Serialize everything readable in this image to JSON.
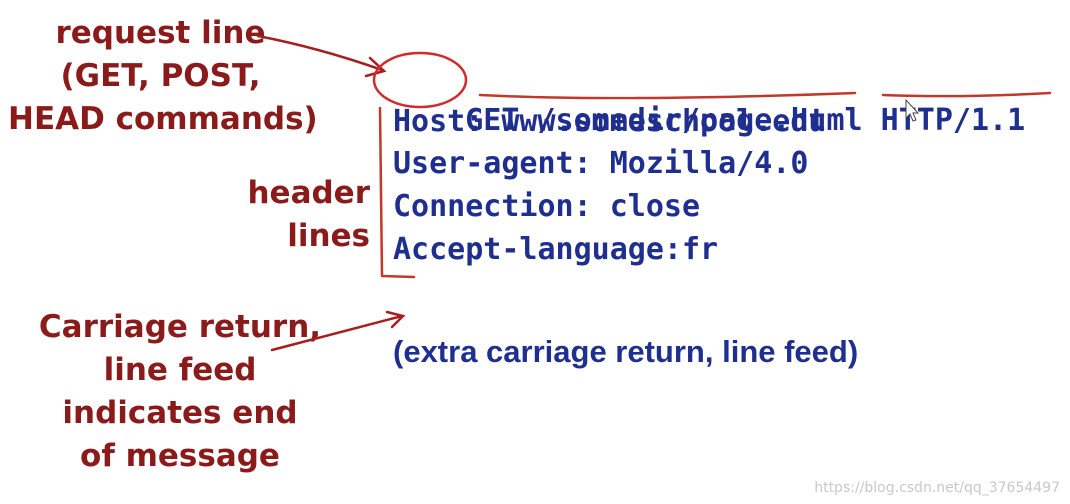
{
  "annotations": {
    "request_line": [
      "request line",
      "(GET, POST,",
      "HEAD commands)"
    ],
    "header_lines": [
      "header",
      "lines"
    ],
    "crlf": [
      "Carriage return,",
      "line feed",
      "indicates end",
      "of message"
    ]
  },
  "request_line": {
    "method": "GET",
    "url": "/somedir/page.html",
    "version": "HTTP/1.1"
  },
  "header_lines": [
    "Host: www.someschool.edu",
    "User-agent: Mozilla/4.0",
    "Connection: close",
    "Accept-language:fr"
  ],
  "extra_line": "(extra carriage return, line feed)",
  "watermark": "https://blog.csdn.net/qq_37654497",
  "colors": {
    "annotation": "#8b1a1a",
    "code": "#1f2f8f",
    "ink": "#c0392b"
  }
}
